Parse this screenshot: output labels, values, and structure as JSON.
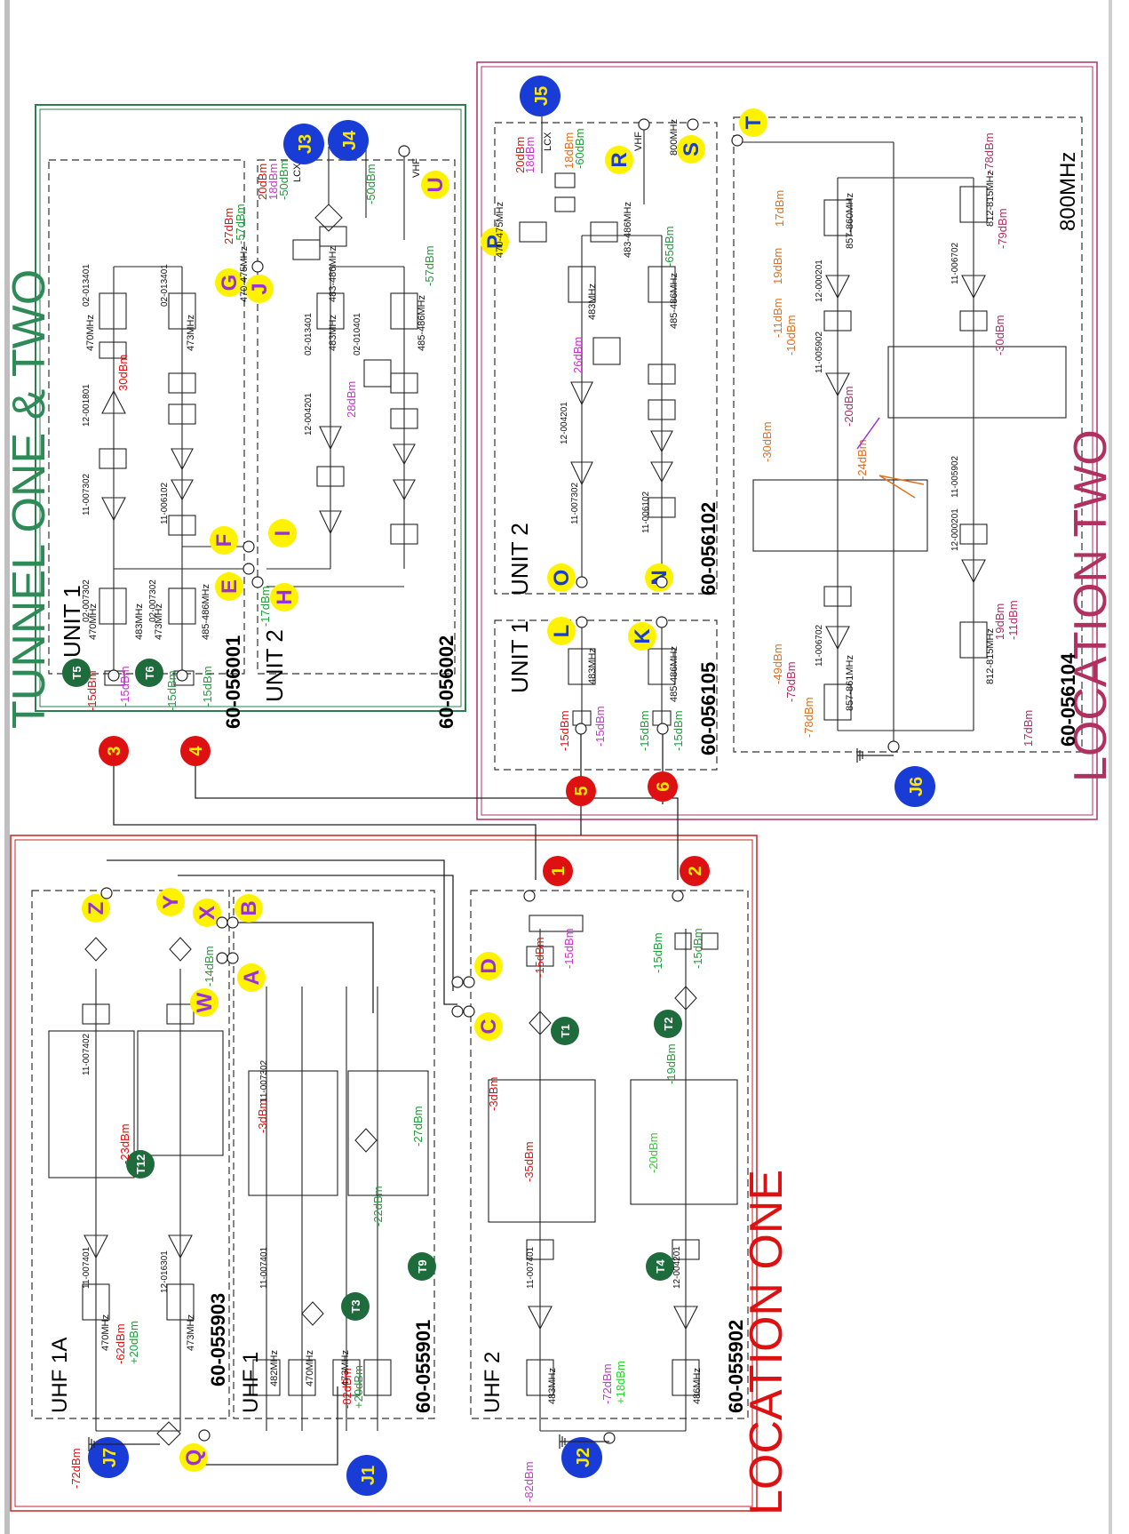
{
  "titles": {
    "tunnel": "TUNNEL ONE & TWO",
    "loc2": "LOCATION TWO",
    "loc1": "LOCATION ONE"
  },
  "units": {
    "t_unit1": "UNIT 1",
    "t_unit2": "UNIT 2",
    "t_num1": "60-056001",
    "t_num2": "60-056002",
    "l2_unit2": "UNIT 2",
    "l2_unit1": "UNIT 1",
    "l2_num2": "60-056102",
    "l2_num1": "60-056105",
    "l2_800": "800MHz",
    "l2_num800": "60-056104",
    "u1a": "UHF 1A",
    "u1a_num": "60-055903",
    "u1": "UHF 1",
    "u1_num": "60-055901",
    "u2": "UHF 2",
    "u2_num": "60-055902"
  },
  "tags": [
    {
      "id": "tagT5",
      "text": "T5"
    },
    {
      "id": "tagT6",
      "text": "T6"
    },
    {
      "id": "tagT1",
      "text": "T1"
    },
    {
      "id": "tagT2",
      "text": "T2"
    },
    {
      "id": "tagT3",
      "text": "T3"
    },
    {
      "id": "tagT4",
      "text": "T4"
    },
    {
      "id": "tagT9",
      "text": "T9"
    },
    {
      "id": "tagT12",
      "text": "T12"
    }
  ],
  "ports": {
    "J1": "J1",
    "J2": "J2",
    "J3": "J3",
    "J4": "J4",
    "J5": "J5",
    "J6": "J6",
    "J7": "J7"
  },
  "nodes": {
    "n1": "1",
    "n2": "2",
    "n3": "3",
    "n4": "4",
    "n5": "5",
    "n6": "6"
  },
  "letters": {
    "A": "A",
    "B": "B",
    "C": "C",
    "D": "D",
    "E": "E",
    "F": "F",
    "G": "G",
    "H": "H",
    "I": "I",
    "J": "J",
    "K": "K",
    "L": "L",
    "N": "N",
    "O": "O",
    "P": "P",
    "Q": "Q",
    "R": "R",
    "S": "S",
    "T": "T",
    "U": "U",
    "W": "W",
    "X": "X",
    "Y": "Y",
    "Z": "Z"
  },
  "levels": {
    "t_a": "-15dBm",
    "t_b": "-15dBm",
    "t_c": "-15dBm",
    "t_d": "-15dBm",
    "t_e": "27dBm",
    "t_f": "-57dBm",
    "t_g": "30dBm",
    "t_h": "28dBm",
    "t_i": "-17dBm",
    "t_j": "-57dBm",
    "t_k": "20dBm",
    "t_l": "18dBm",
    "t_m": "-50dBm",
    "t_n": "-50dBm",
    "l2_a": "-15dBm",
    "l2_b": "-15dBm",
    "l2_c": "-15dBm",
    "l2_d": "-15dBm",
    "l2_e": "20dBm",
    "l2_f": "18dBm",
    "l2_g": "18dBm",
    "l2_h": "-60dBm",
    "l2_i": "26dBm",
    "l2_j": "-65dBm",
    "l2_k": "17dBm",
    "l2_l": "-30dBm",
    "l2_m": "-11dBm",
    "l2_n": "19dBm",
    "l2_o": "-10dBm",
    "l2_p": "-30dBm",
    "l2_q": "-49dBm",
    "l2_r": "-79dBm",
    "l2_s": "-78dBm",
    "l2_t": "-78dBm",
    "l2_u": "-79dBm",
    "l2_v": "17dBm",
    "l2_w": "-20dBm",
    "l2_x": "-24dBm",
    "l2_y": "19dBm",
    "l2_z": "-11dBm",
    "l1_a": "-15dBm",
    "l1_b": "-15dBm",
    "l1_c": "-15dBm",
    "l1_d": "-15dBm",
    "l1_e": "-19dBm",
    "l1_f": "-3dBm",
    "l1_g": "-35dBm",
    "l1_h": "-20dBm",
    "l1_i": "-72dBm",
    "l1_j": "+18dBm",
    "l1_k": "-82dBm",
    "l1_l": "-14dBm",
    "l1_m": "-27dBm",
    "l1_n": "-22dBm",
    "l1_o": "-23dBm",
    "l1_p": "-62dBm",
    "l1_q": "+20dBm",
    "l1_r": "-72dBm",
    "l1_s": "-82dBm",
    "l1_t": "+20dBm",
    "l1_u": "-3dBm"
  },
  "parts": {
    "p470": "470MHz",
    "p473": "473MHz",
    "p483": "483MHz",
    "p482": "482MHz",
    "p486": "486MHz",
    "p485": "485-486MHz",
    "p470b": "470-475MHz",
    "p483b": "483-486MHz",
    "p812": "812-815MHz",
    "p857": "857-860MHz",
    "p857b": "857-861MHz",
    "p800": "800MHz",
    "lcx": "LCX",
    "vhf": "VHF",
    "m013401": "02-013401",
    "m007302": "02-007302",
    "m010401": "02-010401",
    "m011007302": "11-007302",
    "m006102": "11-006102",
    "m012001801": "12-001801",
    "m004201": "12-004201",
    "m007401": "11-007401",
    "m007402": "11-007402",
    "m006702": "11-006702",
    "m005902": "11-005902",
    "m000201": "12-000201",
    "m012016301": "12-016301",
    "m004201b": "12-004201"
  }
}
